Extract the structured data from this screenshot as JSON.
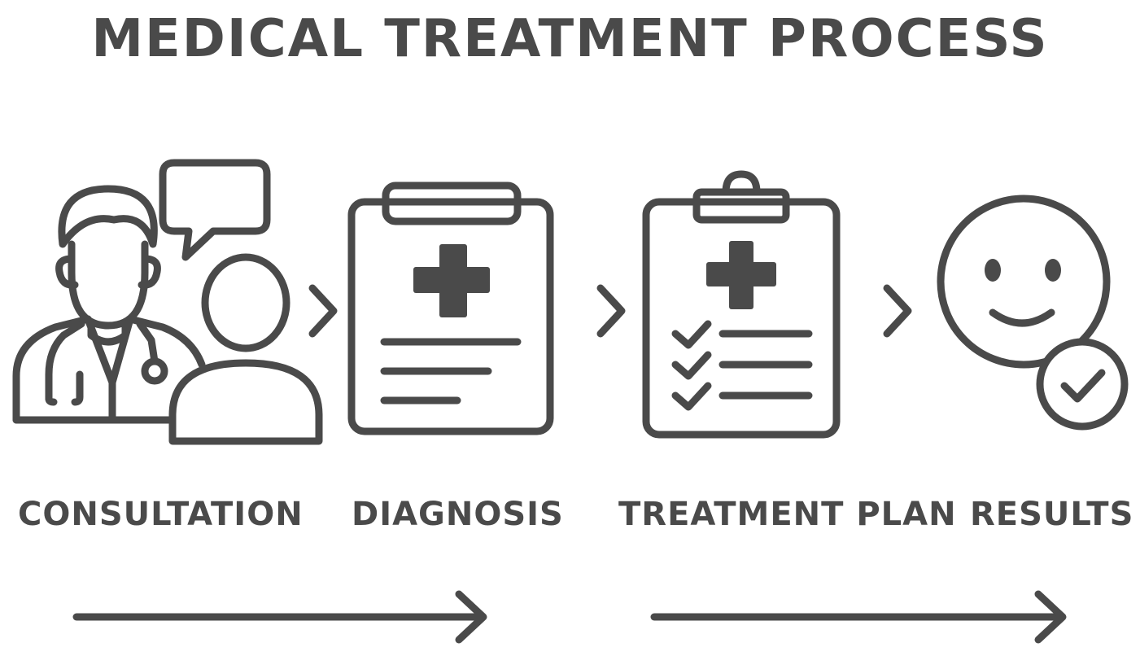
{
  "title": "MEDICAL TREATMENT PROCESS",
  "steps": [
    {
      "label": "CONSULTATION",
      "icon": "doctor-patient-consultation-icon"
    },
    {
      "label": "DIAGNOSIS",
      "icon": "clipboard-medical-cross-icon"
    },
    {
      "label": "TREATMENT PLAN",
      "icon": "clipboard-checklist-icon"
    },
    {
      "label": "RESULTS",
      "icon": "smiley-face-checkmark-icon"
    }
  ],
  "colors": {
    "stroke": "#4a4a4a",
    "background": "#ffffff"
  }
}
